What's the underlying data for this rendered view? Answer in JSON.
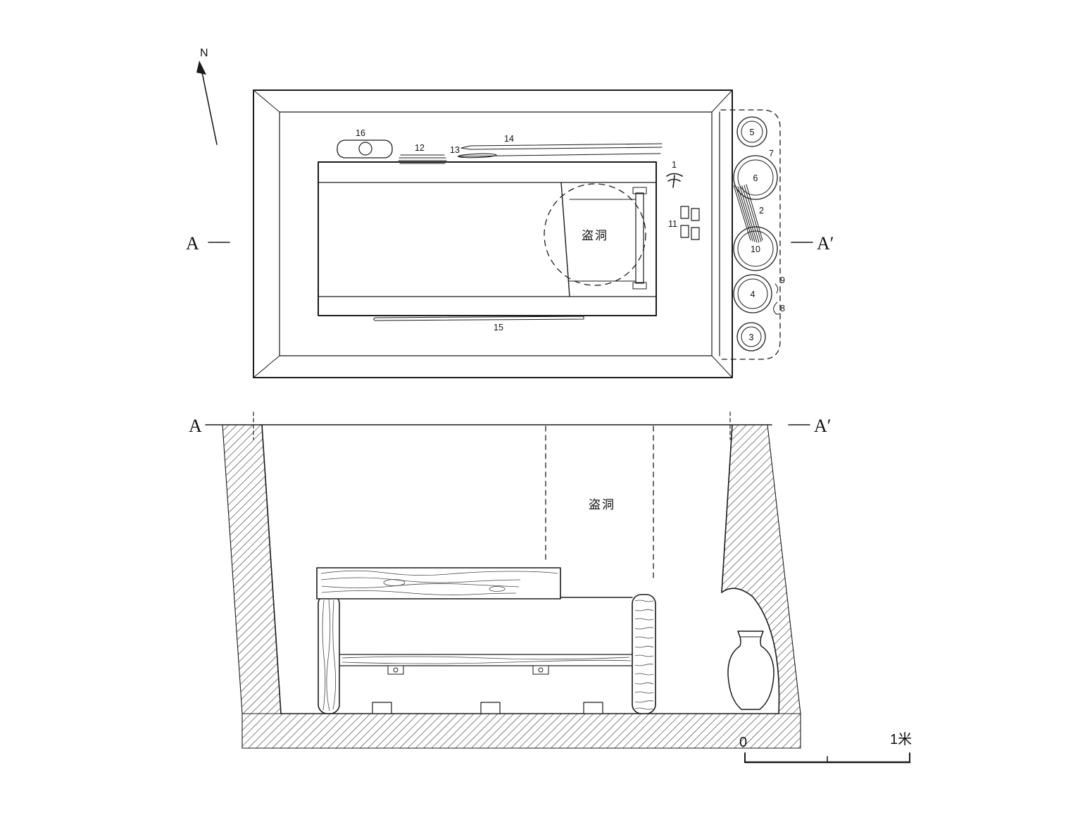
{
  "figure": {
    "background": "#ffffff",
    "ink": "#1a1a1a"
  },
  "compass": {
    "label": "N"
  },
  "plan": {
    "section_label_left": "A",
    "section_label_right": "A′",
    "robber_hole_label": "盗洞",
    "artifact_labels": {
      "n1": "1",
      "n11": "11",
      "n12": "12",
      "n13": "13",
      "n14": "14",
      "n15": "15",
      "n16": "16"
    },
    "niche": {
      "circle_labels": {
        "c5": "5",
        "c6": "6",
        "c10": "10",
        "c4": "4",
        "c3": "3"
      },
      "side_labels": {
        "n7": "7",
        "n2": "2",
        "n9": "9",
        "n8": "8"
      }
    }
  },
  "section": {
    "section_label_left": "A",
    "section_label_right": "A′",
    "robber_hole_label": "盗洞"
  },
  "scale_bar": {
    "zero": "0",
    "label": "1米"
  }
}
